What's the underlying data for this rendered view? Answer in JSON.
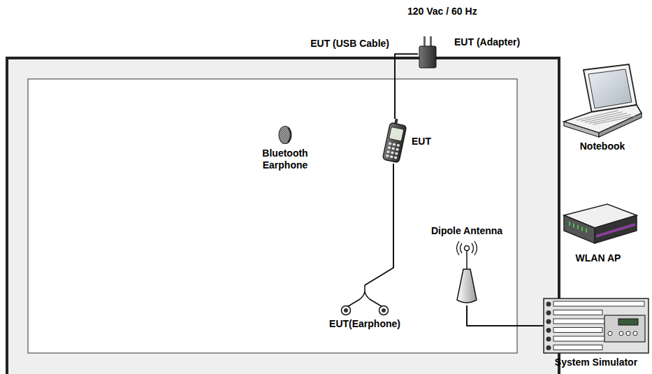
{
  "diagram": {
    "nodes": [
      {
        "text": [
          "Bluetooth Earphone"
        ]
      },
      {
        "text": [
          "EUT"
        ]
      },
      {
        "text": [
          "EUT (Adapter)"
        ]
      },
      {
        "text": [
          "EUT(Earphone)"
        ]
      },
      {
        "text": [
          "Dipole Antenna"
        ]
      },
      {
        "text": [
          "Notebook"
        ]
      },
      {
        "text": [
          "WLAN AP"
        ]
      },
      {
        "text": [
          "System Simulator"
        ]
      }
    ],
    "edges": [
      {
        "from": 1,
        "to": 2,
        "arrow": "none",
        "label": "EUT (USB Cable)"
      },
      {
        "from": 1,
        "to": 3,
        "arrow": "none"
      },
      {
        "from": 4,
        "to": 7,
        "arrow": "none"
      }
    ],
    "labels": [
      "120 Vac / 60 Hz"
    ]
  }
}
